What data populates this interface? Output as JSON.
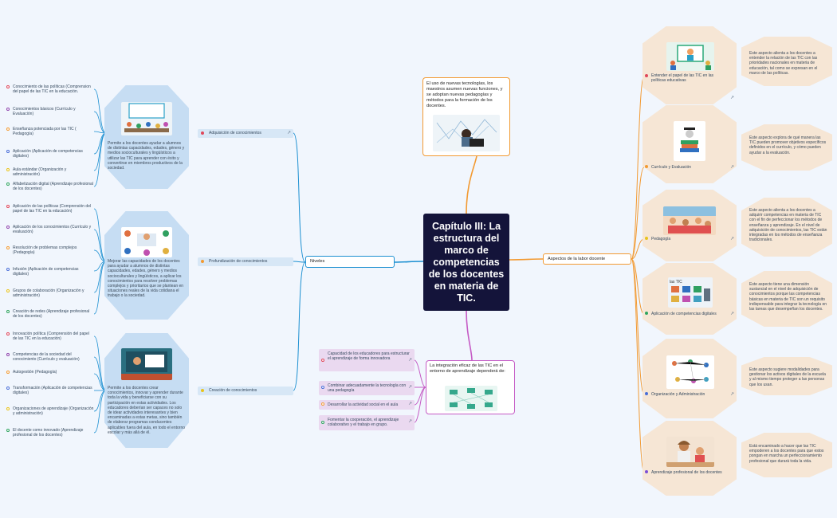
{
  "central_topic": "Capítulo III: La estructura del marco de competencias de los docentes en materia de TIC.",
  "top_note": "El uso de nuevas tecnologías, los maestros asumen nuevas funciones, y se adoptan nuevas pedagogías y métodos para la formación de los docentes.",
  "bottom_note": "La integración eficaz de las TIC en el entorno de aprendizaje dependerá de:",
  "bottom_items": [
    "Capacidad de los educadores para estructurar el aprendizaje de forma innovadora",
    "Combinar adecuadamente la tecnología con una pedagogía",
    "Desarrollar la actividad social en el aula",
    "Fomentar la cooperación, el aprendizaje colaborativo y el trabajo en grupo."
  ],
  "left_branch": {
    "label": "Niveles",
    "levels": [
      {
        "title": "Adquisición de conocimientos",
        "description": "Permite a los docentes ayudar a alumnos de distintas capacidades, edades, género y medios socioculturales y lingüísticos a utilizar las TIC para aprender con éxito y convertirse en miembros productivos de la sociedad.",
        "items": [
          "Conocimiento de las políticas (Comprension del papel de las TIC en la educación.",
          "Conocimientos básicos (Currículo y Evaluación)",
          "Enseñanza potenciada por las TIC ( Pedagogía)",
          "Aplicación (Aplicación de competencias digitales)",
          "Aula estándar (Organización y administración)",
          "Alfabetización digital (Aprendizaje profesional de los docentes)"
        ]
      },
      {
        "title": "Profundización de conocimientos",
        "description": "Mejorar las capacidades de los docentes para ayudar a alumnos de distintas capacidades, edades, género y medios socioculturales y lingüísticos, a aplicar los conocimientos para resolver problemas complejos y prioritarios que se plantean en situaciones reales de la vida cotidiana el trabajo o la sociedad.",
        "items": [
          "Aplicación de las políticas (Comprensión del papel de las TIC en la educación)",
          "Aplicación de los conocimientos (Currículo y evaluación)",
          "Resolución de problemas complejos (Pedagogía)",
          "Infusión (Aplicación de competencias digitales)",
          "Grupos de colaboración (Organización y administración)",
          "Creación de redes (Aprendizaje profesional de los docentes)"
        ]
      },
      {
        "title": "Creación de conocimientos",
        "description": "Permite a los docentes crear conocimientos, innovar y aprender durante toda la vida y beneficiarse con su participación en estas actividades. Los educadores deberían ser capaces no solo de idear actividades interesantes y bien encaminadas a estas metas, sino también de elaborar programas conducentes aplicables fuera del aula, en todo el entorno escolar y más allá de él.",
        "items": [
          "Innovación política (Comprensión del papel de las TIC en la educación)",
          "Competencias de la sociedad del conocimiento (Currículo y evaluación)",
          "Autogestión (Pedagogía)",
          "Transformación (Aplicación de competencias digitales)",
          "Organizaciones de aprendizaje (Organización y administración)",
          "El docente como innovado (Aprendizaje profesional de los docentes)"
        ]
      }
    ]
  },
  "right_branch": {
    "label": "Aspectos de la labor docente",
    "aspects": [
      {
        "title": "Entender el papel de las TIC en las políticas educativas",
        "note": "Este aspecto alienta a los docentes a entender la relación de las TIC con las prioridades nacionales en materia de educación, tal como se expresan en el marco de las políticas.",
        "color": "#e0475a"
      },
      {
        "title": "Currículo y Evaluación",
        "note": "Este aspecto explora de qué manera las TIC pueden promover objetivos específicos definidos en el currículo, y cómo pueden ayudar a la evaluación.",
        "color": "#f29a32"
      },
      {
        "title": "Pedagogía",
        "note": "Este aspecto alienta a los docentes a adquirir competencias en materia de TIC con el fin de perfeccionar los métodos de enseñanza y aprendizaje. En el nivel de adquisición de conocimientos, las TIC están integradas en los métodos de enseñanza tradicionales.",
        "color": "#e8c31c"
      },
      {
        "title": "Aplicación de competencias digitales",
        "note": "Este aspecto tiene una dimensión sustancial en el nivel de adquisición de conocimientos porque las competencias básicas en materia de TIC son un requisito indispensable para integrar la tecnología en las tareas que desempeñan los docentes.",
        "color": "#2fa45f"
      },
      {
        "title": "Organización y Administración",
        "note": "Este aspecto sugiere modalidades para gestionar los activos digitales de la escuela y al mismo tiempo proteger a las personas que los usan.",
        "color": "#4a6fd8"
      },
      {
        "title": "Aprendizaje profesional de los docentes",
        "note": "Está encaminado a hacer que las TIC empoderen a los docentes para que estos pongan en marcha un perfeccionamiento profesional que durará toda la vida.",
        "color": "#7b4fd6"
      }
    ]
  },
  "dot_colors": [
    "#e0475a",
    "#8e44ad",
    "#f29a32",
    "#4a6fd8",
    "#e8c31c",
    "#2fa45f"
  ],
  "icons": {
    "external_link": "↗"
  }
}
